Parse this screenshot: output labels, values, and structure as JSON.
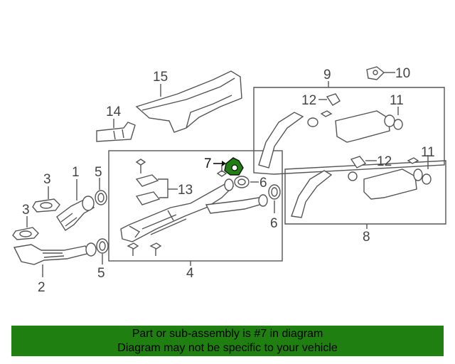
{
  "diagram": {
    "labels": {
      "l1": "1",
      "l2": "2",
      "l3a": "3",
      "l3b": "3",
      "l4": "4",
      "l5a": "5",
      "l5b": "5",
      "l6a": "6",
      "l6b": "6",
      "l7": "7",
      "l8": "8",
      "l9": "9",
      "l10": "10",
      "l11a": "11",
      "l11b": "11",
      "l12a": "12",
      "l12b": "12",
      "l13": "13",
      "l14": "14",
      "l15": "15"
    },
    "highlight_color": "#1f7f10"
  },
  "banner": {
    "line1": "Part or sub-assembly is #7 in diagram",
    "line2": "Diagram may not be specific to your vehicle",
    "color": "#1f7f10"
  }
}
